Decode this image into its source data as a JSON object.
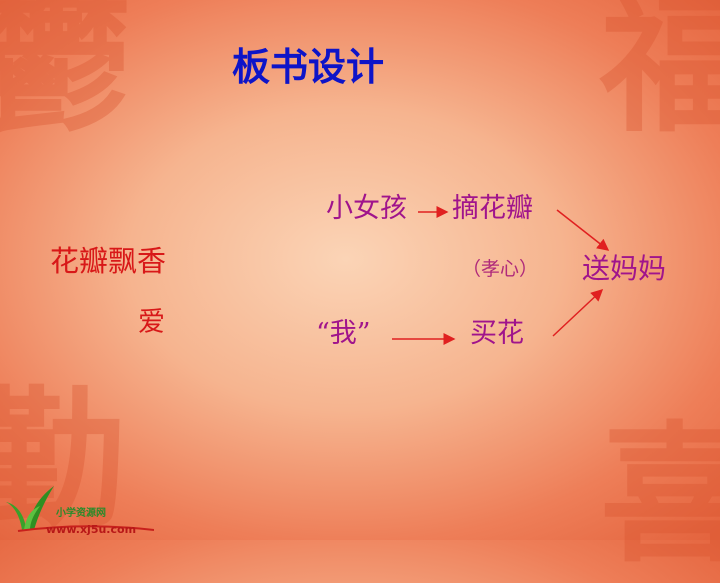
{
  "decor": {
    "tl": "鬱",
    "tr": "福",
    "bl": "勤",
    "br": "喜"
  },
  "title": "板书设计",
  "left": {
    "line1": "花瓣飘香",
    "line2": "爱"
  },
  "diagram": {
    "girl": "小女孩",
    "pick": "摘花瓣",
    "filial": "（孝心）",
    "mother": "送妈妈",
    "me": "“我”",
    "buy": "买花"
  },
  "logo": {
    "line1": "小学资源网",
    "line2": "www.xj5u.com",
    "icon": "green-sprout-logo"
  },
  "colors": {
    "title": "#0e14c8",
    "left_text": "#d81818",
    "diagram_text": "#a0148c",
    "arrows": "#e02020"
  }
}
